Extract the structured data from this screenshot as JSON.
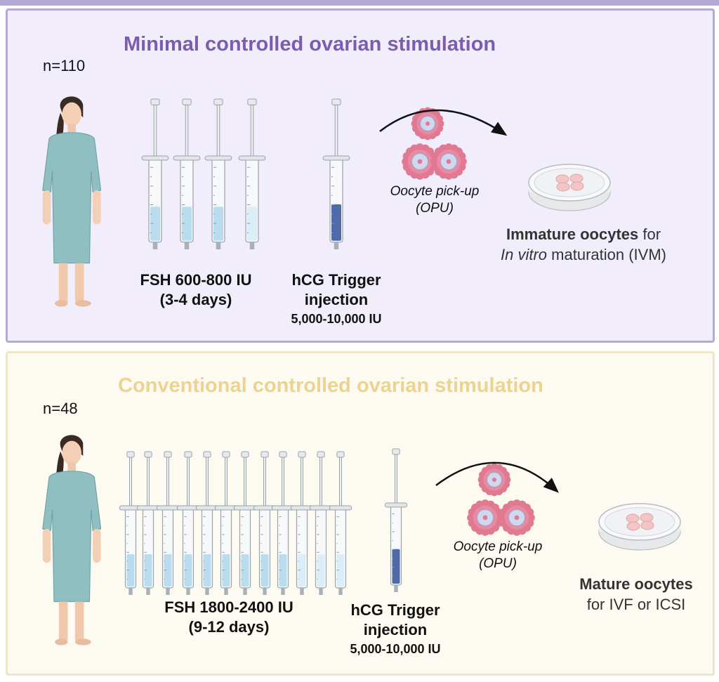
{
  "colors": {
    "top_panel_bg": "#f1edfb",
    "top_panel_border": "#b6a8d6",
    "top_title": "#7a5cb0",
    "bottom_panel_bg": "#fdfbf1",
    "bottom_panel_border": "#efe6c8",
    "bottom_title": "#ecd38f",
    "fsh_liquid": "#b9dcef",
    "hcg_liquid": "#4e6aa8",
    "gown": "#8fbfc2",
    "oocyte": "#e07a93"
  },
  "top": {
    "title": "Minimal controlled ovarian stimulation",
    "n": "n=110",
    "fsh_line1": "FSH 600-800 IU",
    "fsh_line2": "(3-4 days)",
    "hcg_line1": "hCG Trigger",
    "hcg_line2": "injection",
    "hcg_dose": "5,000-10,000 IU",
    "opu_line1": "Oocyte pick-up",
    "opu_line2": "(OPU)",
    "result_bold": "Immature oocytes",
    "result_rest": " for",
    "result_line2_ital": "In vitro",
    "result_line2_rest": " maturation (IVM)"
  },
  "bottom": {
    "title": "Conventional controlled ovarian stimulation",
    "n": "n=48",
    "fsh_line1": "FSH 1800-2400 IU",
    "fsh_line2": "(9-12 days)",
    "hcg_line1": "hCG Trigger",
    "hcg_line2": "injection",
    "hcg_dose": "5,000-10,000 IU",
    "opu_line1": "Oocyte pick-up",
    "opu_line2": "(OPU)",
    "result_bold": "Mature oocytes",
    "result_line2": "for IVF or ICSI"
  }
}
